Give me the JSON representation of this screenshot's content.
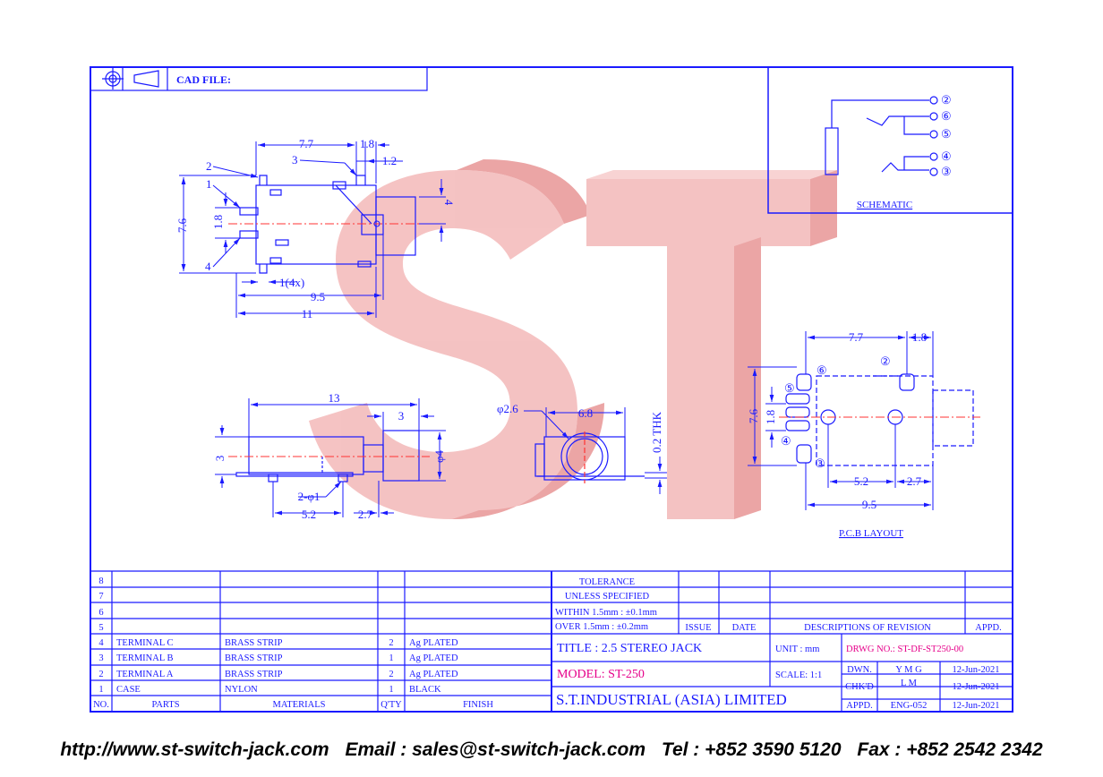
{
  "header": {
    "cad_label": "CAD FILE:"
  },
  "schematic": {
    "title": "SCHEMATIC",
    "pins": [
      "②",
      "⑥",
      "⑤",
      "④",
      "③"
    ]
  },
  "front_view": {
    "dims": [
      "7.7",
      "1.8",
      "1.2",
      "4",
      "7.6",
      "1.8",
      "1(4x)",
      "9.5",
      "11"
    ],
    "callouts": [
      "1",
      "2",
      "3",
      "4"
    ]
  },
  "side_view": {
    "dims": [
      "13",
      "3",
      "3",
      "φ4",
      "2-φ1",
      "5.2",
      "2.7"
    ]
  },
  "end_view": {
    "dims": [
      "φ2.6",
      "6.8",
      "0.2 THK"
    ]
  },
  "pcb": {
    "title": "P.C.B LAYOUT",
    "dims": [
      "7.7",
      "1.8",
      "7.6",
      "1.8",
      "5.2",
      "2.7",
      "9.5"
    ],
    "pins": [
      "⑥",
      "②",
      "⑤",
      "④",
      "③"
    ]
  },
  "watermark": "ST",
  "bom": {
    "headers": [
      "NO.",
      "PARTS",
      "MATERIALS",
      "Q'TY",
      "FINISH"
    ],
    "rows": [
      {
        "no": "8",
        "part": "",
        "material": "",
        "qty": "",
        "finish": ""
      },
      {
        "no": "7",
        "part": "",
        "material": "",
        "qty": "",
        "finish": ""
      },
      {
        "no": "6",
        "part": "",
        "material": "",
        "qty": "",
        "finish": ""
      },
      {
        "no": "5",
        "part": "",
        "material": "",
        "qty": "",
        "finish": ""
      },
      {
        "no": "4",
        "part": "TERMINAL C",
        "material": "BRASS STRIP",
        "qty": "2",
        "finish": "Ag PLATED"
      },
      {
        "no": "3",
        "part": "TERMINAL B",
        "material": "BRASS STRIP",
        "qty": "1",
        "finish": "Ag PLATED"
      },
      {
        "no": "2",
        "part": "TERMINAL A",
        "material": "BRASS STRIP",
        "qty": "2",
        "finish": "Ag PLATED"
      },
      {
        "no": "1",
        "part": "CASE",
        "material": "NYLON",
        "qty": "1",
        "finish": "BLACK"
      }
    ]
  },
  "tolerance": {
    "line1": "TOLERANCE",
    "line2": "UNLESS   SPECIFIED",
    "within": "WITHIN  1.5mm : ±0.1mm",
    "over": "OVER    1.5mm : ±0.2mm"
  },
  "revision": {
    "issue": "ISSUE",
    "date": "DATE",
    "desc": "DESCRIPTIONS  OF  REVISION",
    "appd": "APPD."
  },
  "title_block": {
    "title": "TITLE : 2.5  STEREO  JACK",
    "model": "MODEL:  ST-250",
    "company": "S.T.INDUSTRIAL  (ASIA)  LIMITED",
    "unit_label": "UNIT  :    mm",
    "scale_label": "SCALE:   1:1",
    "drwg_no": "DRWG NO.: ST-DF-ST250-00",
    "dwn_label": "DWN.",
    "dwn_name": "Y M G",
    "dwn_date": "12-Jun-2021",
    "chkd_label": "CHK'D",
    "chkd_name": "L M",
    "chkd_date": "12-Jun-2021",
    "appd_label": "APPD.",
    "appd_name": "ENG-052",
    "appd_date": "12-Jun-2021"
  },
  "footer": {
    "url": "http://www.st-switch-jack.com",
    "email": "Email : sales@st-switch-jack.com",
    "tel": "Tel : +852 3590 5120",
    "fax": "Fax : +852 2542 2342"
  },
  "colors": {
    "line": "#1a1aff",
    "watermark": "#f0a0a0",
    "center": "#ff3333",
    "accent": "#e6008a"
  }
}
